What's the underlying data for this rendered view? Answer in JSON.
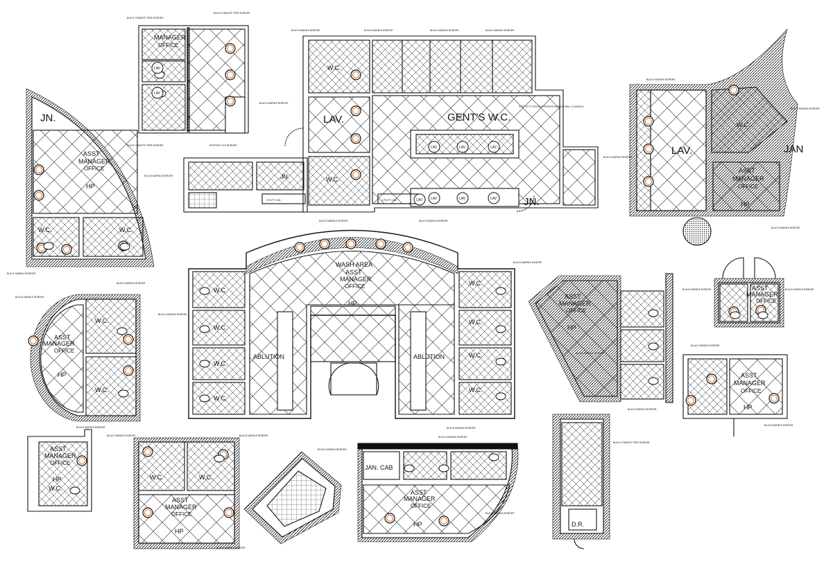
{
  "labels": {
    "jn": "JN.",
    "lav": "LAV.",
    "wc": "W.C.",
    "wc_alt": "WC",
    "gents_wc": "GENT'S W.C.",
    "utility_cab": "UTILITY CAB",
    "wash_area": "WASH AREA",
    "asst": "ASST",
    "manager": "MANAGER",
    "office": "OFFICE",
    "hp": "HP",
    "ablution": "ABLUTION",
    "jan": "JAN",
    "jan_cab": "JAN. CAB",
    "dr": "D.R.",
    "lav_fixture": "LAV",
    "ref_fixture": "OFFICE",
    "marble_note": "BLACK MARBLE BORDER",
    "granite_note": "BLACK GRANITE TREE BORDER",
    "tile_note": "SKIRTING TILE BORDER",
    "reflection_note": "SUIT TO FIT ROOM APPROVED MARBLE WALL CLADDING"
  },
  "colors": {
    "line": "#111111",
    "accent_fixture": "#d2691e",
    "background": "#ffffff"
  }
}
